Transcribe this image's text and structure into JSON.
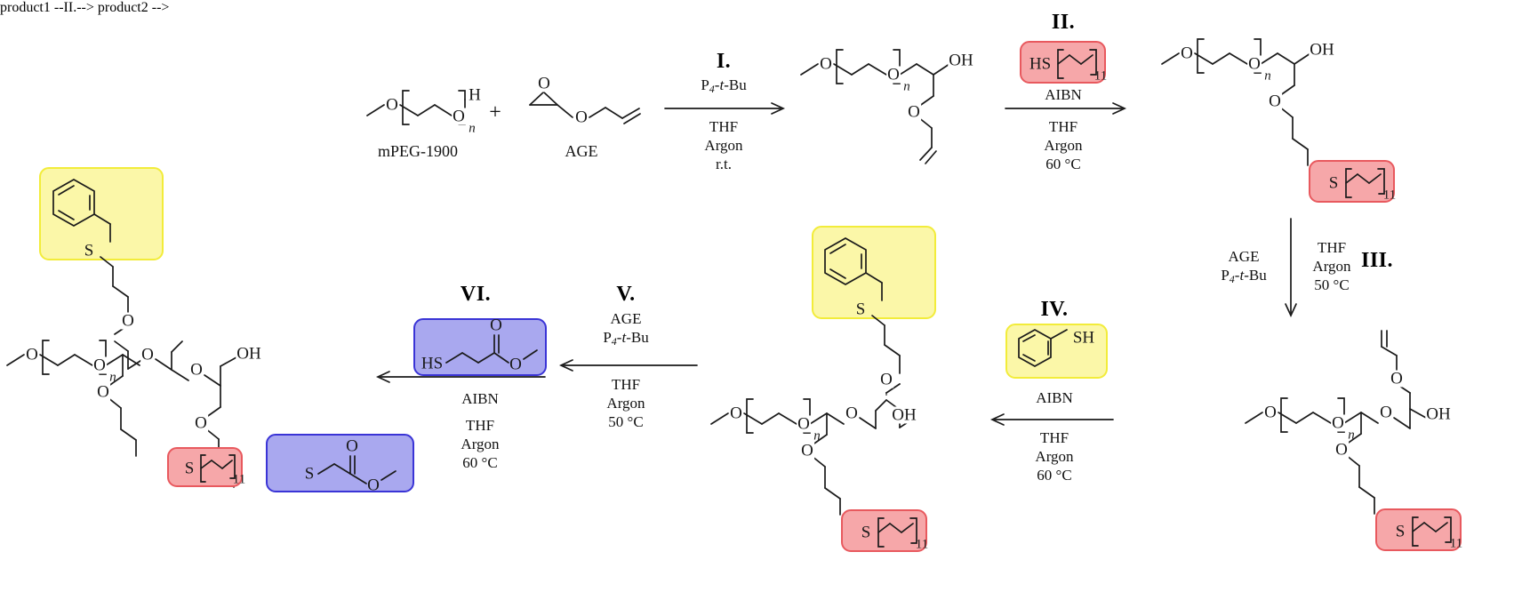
{
  "figure": {
    "type": "chemical-reaction-scheme",
    "title": "Synthesis of multifunctional mPEG-based block copolymers",
    "background": "#ffffff"
  },
  "colors": {
    "pink_fill": "#f6a7a9",
    "pink_border": "#e8595e",
    "yellow_fill": "#fbf7a8",
    "yellow_border": "#f2ec3a",
    "blue_fill": "#a9a8ef",
    "blue_border": "#3a34d6",
    "bond": "#1a1a1a"
  },
  "compound_labels": {
    "mpeg": "mPEG-1900",
    "age": "AGE"
  },
  "operators": {
    "plus": "+"
  },
  "atoms": {
    "O": "O",
    "H": "H",
    "OH": "OH",
    "S": "S",
    "HS": "HS",
    "SH": "SH",
    "n": "n",
    "eleven": "11"
  },
  "steps": [
    {
      "id": "I",
      "numeral": "I.",
      "direction": "right",
      "above": [
        "P4-t-Bu"
      ],
      "above_rich": "P<sub>4</sub>-<i>t</i>-Bu",
      "below": [
        "THF",
        "Argon",
        "r.t."
      ],
      "reagent_box": null
    },
    {
      "id": "II",
      "numeral": "II.",
      "direction": "right",
      "above": [
        "AIBN"
      ],
      "below": [
        "THF",
        "Argon",
        "60 °C"
      ],
      "reagent_box": {
        "color": "pink",
        "molecule": "1-dodecanethiol",
        "label_left": "HS",
        "repeat_subscript": "11"
      }
    },
    {
      "id": "III",
      "numeral": "III.",
      "direction": "down",
      "left_labels": [
        "AGE",
        "P4-t-Bu"
      ],
      "left_rich": "AGE<br>P<sub>4</sub>-<i>t</i>-Bu",
      "right_labels": [
        "THF",
        "Argon",
        "50 °C"
      ],
      "reagent_box": null
    },
    {
      "id": "IV",
      "numeral": "IV.",
      "direction": "left",
      "above": [
        "AIBN"
      ],
      "below": [
        "THF",
        "Argon",
        "60 °C"
      ],
      "reagent_box": {
        "color": "yellow",
        "molecule": "benzyl mercaptan",
        "label_right": "SH"
      }
    },
    {
      "id": "V",
      "numeral": "V.",
      "direction": "left",
      "above": [
        "AGE",
        "P4-t-Bu"
      ],
      "above_rich": "AGE<br>P<sub>4</sub>-<i>t</i>-Bu",
      "below": [
        "THF",
        "Argon",
        "50 °C"
      ],
      "reagent_box": null
    },
    {
      "id": "VI",
      "numeral": "VI.",
      "direction": "left",
      "above": [
        "AIBN"
      ],
      "below": [
        "THF",
        "Argon",
        "60 °C"
      ],
      "reagent_box": {
        "color": "blue",
        "molecule": "methyl 3-mercaptopropionate",
        "label_left": "HS"
      }
    }
  ],
  "structures": [
    {
      "id": "mpeg-1900",
      "name": "mPEG-1900",
      "position": "top-left"
    },
    {
      "id": "age",
      "name": "AGE (allyl glycidyl ether)",
      "position": "top-left-2"
    },
    {
      "id": "product-1",
      "name": "mPEG-AGE adduct (allyl, OH)",
      "position": "top-center"
    },
    {
      "id": "product-2",
      "name": "mPEG with dodecylthio arm",
      "position": "top-right"
    },
    {
      "id": "product-3",
      "name": "mPEG with allyl + dodecylthio arms",
      "position": "bottom-right"
    },
    {
      "id": "product-4",
      "name": "mPEG with benzylthio + dodecylthio arms",
      "position": "bottom-center"
    },
    {
      "id": "product-5",
      "name": "final terpolymer: benzylthio, dodecylthio, mercaptopropionate",
      "position": "bottom-left"
    }
  ]
}
